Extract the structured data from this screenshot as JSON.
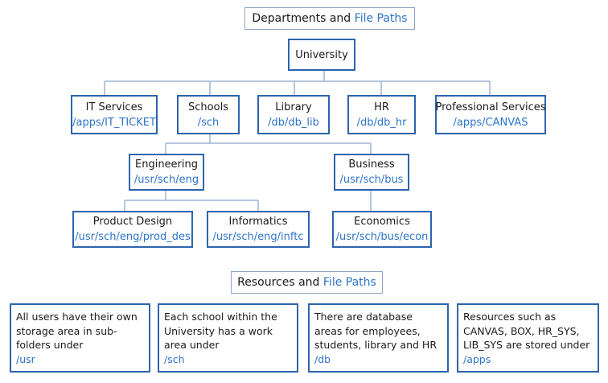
{
  "departments_header": {
    "prefix": "Departments and",
    "highlight": "File Paths"
  },
  "resources_header": {
    "prefix": "Resources and",
    "highlight": "File Paths"
  },
  "root": {
    "title": "University"
  },
  "departments": [
    {
      "title": "IT Services",
      "path": "/apps/IT_TICKET"
    },
    {
      "title": "Schools",
      "path": "/sch"
    },
    {
      "title": "Library",
      "path": "/db/db_lib"
    },
    {
      "title": "HR",
      "path": "/db/db_hr"
    },
    {
      "title": "Professional Services",
      "path": "/apps/CANVAS"
    }
  ],
  "schools": [
    {
      "title": "Engineering",
      "path": "/usr/sch/eng"
    },
    {
      "title": "Business",
      "path": "/usr/sch/bus"
    }
  ],
  "subunits": [
    {
      "title": "Product Design",
      "path": "/usr/sch/eng/prod_des"
    },
    {
      "title": "Informatics",
      "path": "/usr/sch/eng/inftc"
    },
    {
      "title": "Economics",
      "path": "/usr/sch/bus/econ"
    }
  ],
  "resources": [
    {
      "text": "All users have their own storage area in sub-folders under",
      "path": "/usr"
    },
    {
      "text": "Each school within the University has a work area under",
      "path": "/sch"
    },
    {
      "text": "There are database areas for employees, students, library and HR",
      "path": "/db"
    },
    {
      "text": "Resources such as CANVAS, BOX, HR_SYS, LIB_SYS are stored under",
      "path": "/apps"
    }
  ],
  "colors": {
    "box_border": "#2d64ad",
    "path_text": "#2e74c9",
    "connector": "#9db4d6",
    "header_border": "#8ea4c8"
  }
}
